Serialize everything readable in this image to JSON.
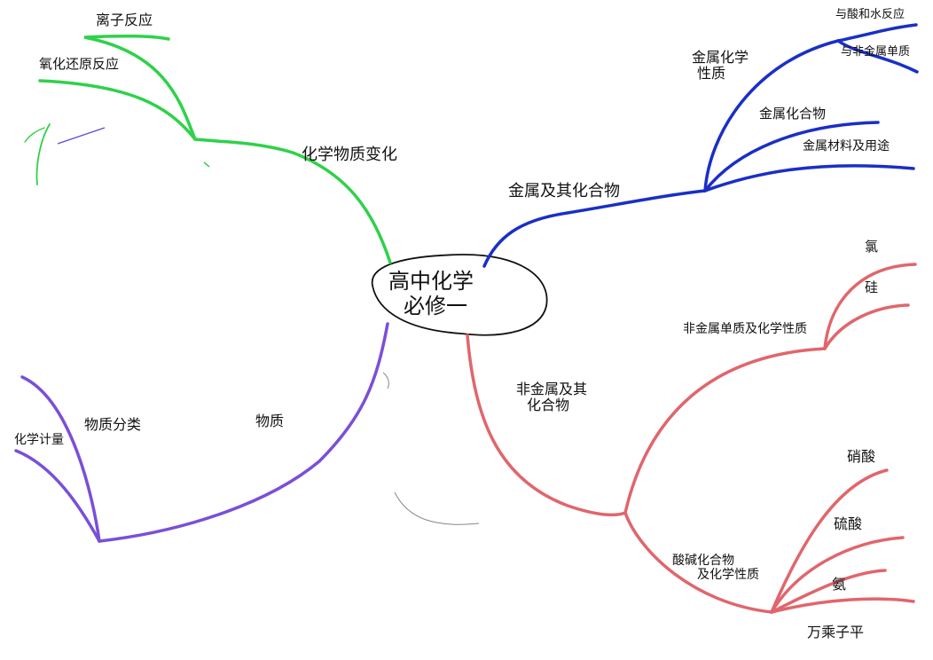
{
  "center": {
    "line1": "高中化学",
    "line2": "必修一"
  },
  "branches": {
    "green": {
      "color": "#2fd14a",
      "label": "化学物质变化",
      "children": [
        "离子反应",
        "氧化还原反应"
      ]
    },
    "blue": {
      "color": "#1a2fc6",
      "label": "金属及其化合物",
      "children": {
        "property_line1": "金属化学",
        "property_line2": "性质",
        "property_children": [
          "与酸和水反应",
          "与非金属单质"
        ],
        "compound": "金属化合物",
        "material": "金属材料及用途"
      }
    },
    "purple": {
      "color": "#7a4fd8",
      "label": "物质",
      "sub": "物质分类",
      "children": [
        "化学计量"
      ]
    },
    "red": {
      "color": "#e0666c",
      "label_line1": "非金属及其",
      "label_line2": "化合物",
      "upper": {
        "label": "非金属单质及化学性质",
        "children": [
          "氯",
          "硅"
        ]
      },
      "lower": {
        "label_line1": "酸碱化合物",
        "label_line2": "及化学性质",
        "children": [
          "硝酸",
          "硫酸",
          "氨",
          "万乘子平"
        ]
      }
    }
  }
}
